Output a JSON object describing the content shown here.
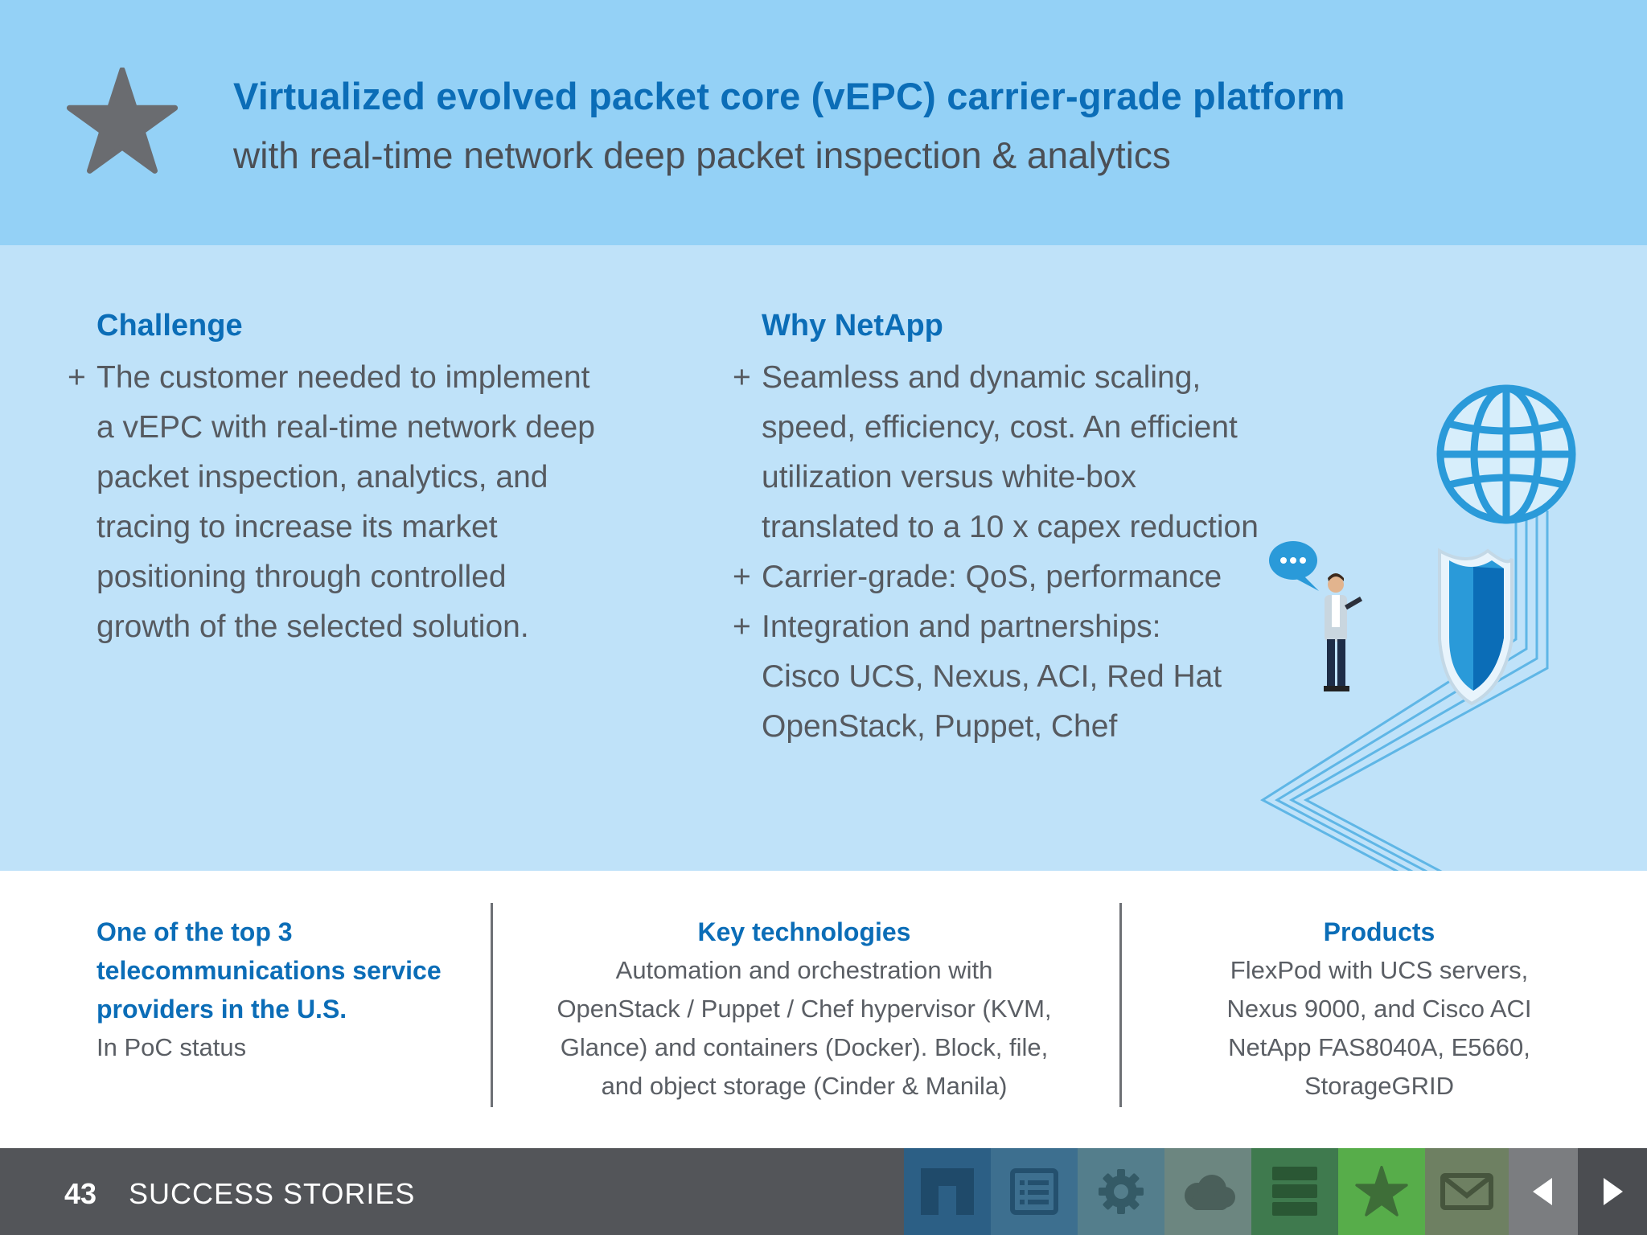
{
  "header": {
    "title": "Virtualized evolved packet core (vEPC) carrier-grade platform",
    "subtitle": "with real-time network deep packet inspection & analytics",
    "icon": "star-icon"
  },
  "challenge": {
    "heading": "Challenge",
    "items": [
      [
        "The customer needed to implement",
        "a vEPC with real-time network deep",
        "packet inspection, analytics, and",
        "tracing to increase its market",
        "positioning through controlled",
        "growth of the selected solution."
      ]
    ]
  },
  "why": {
    "heading": "Why NetApp",
    "items": [
      [
        "Seamless and dynamic scaling,",
        "speed, efficiency, cost. An efficient",
        "utilization versus white-box",
        "translated to a 10 x capex reduction"
      ],
      [
        "Carrier-grade: QoS, performance"
      ],
      [
        "Integration and partnerships:",
        "Cisco UCS, Nexus, ACI, Red Hat",
        "OpenStack, Puppet, Chef"
      ]
    ],
    "bullet": "+"
  },
  "stats": {
    "customer": {
      "lines": [
        "One of the top 3",
        "telecommunications service",
        "providers in the U.S."
      ],
      "status": "In PoC status"
    },
    "tech": {
      "heading": "Key technologies",
      "lines": [
        "Automation and orchestration with",
        "OpenStack / Puppet / Chef hypervisor (KVM,",
        "Glance) and containers (Docker). Block, file,",
        "and object storage (Cinder & Manila)"
      ]
    },
    "products": {
      "heading": "Products",
      "lines": [
        "FlexPod with UCS servers,",
        "Nexus 9000, and Cisco ACI",
        "NetApp FAS8040A, E5660,",
        "StorageGRID"
      ]
    }
  },
  "footer": {
    "page_number": "43",
    "section": "SUCCESS STORIES",
    "nav": [
      {
        "icon": "netapp-logo-icon",
        "color": "#2c5f85"
      },
      {
        "icon": "document-list-icon",
        "color": "#3d6f8f"
      },
      {
        "icon": "gear-icon",
        "color": "#547e8c"
      },
      {
        "icon": "cloud-icon",
        "color": "#6c8680"
      },
      {
        "icon": "server-stack-icon",
        "color": "#3f7a4e"
      },
      {
        "icon": "star-icon",
        "color": "#57ad4a"
      },
      {
        "icon": "mail-icon",
        "color": "#6e8062"
      },
      {
        "icon": "previous-page-icon",
        "color": "#7b7d80"
      },
      {
        "icon": "next-page-icon",
        "color": "#4b4d51"
      }
    ]
  }
}
